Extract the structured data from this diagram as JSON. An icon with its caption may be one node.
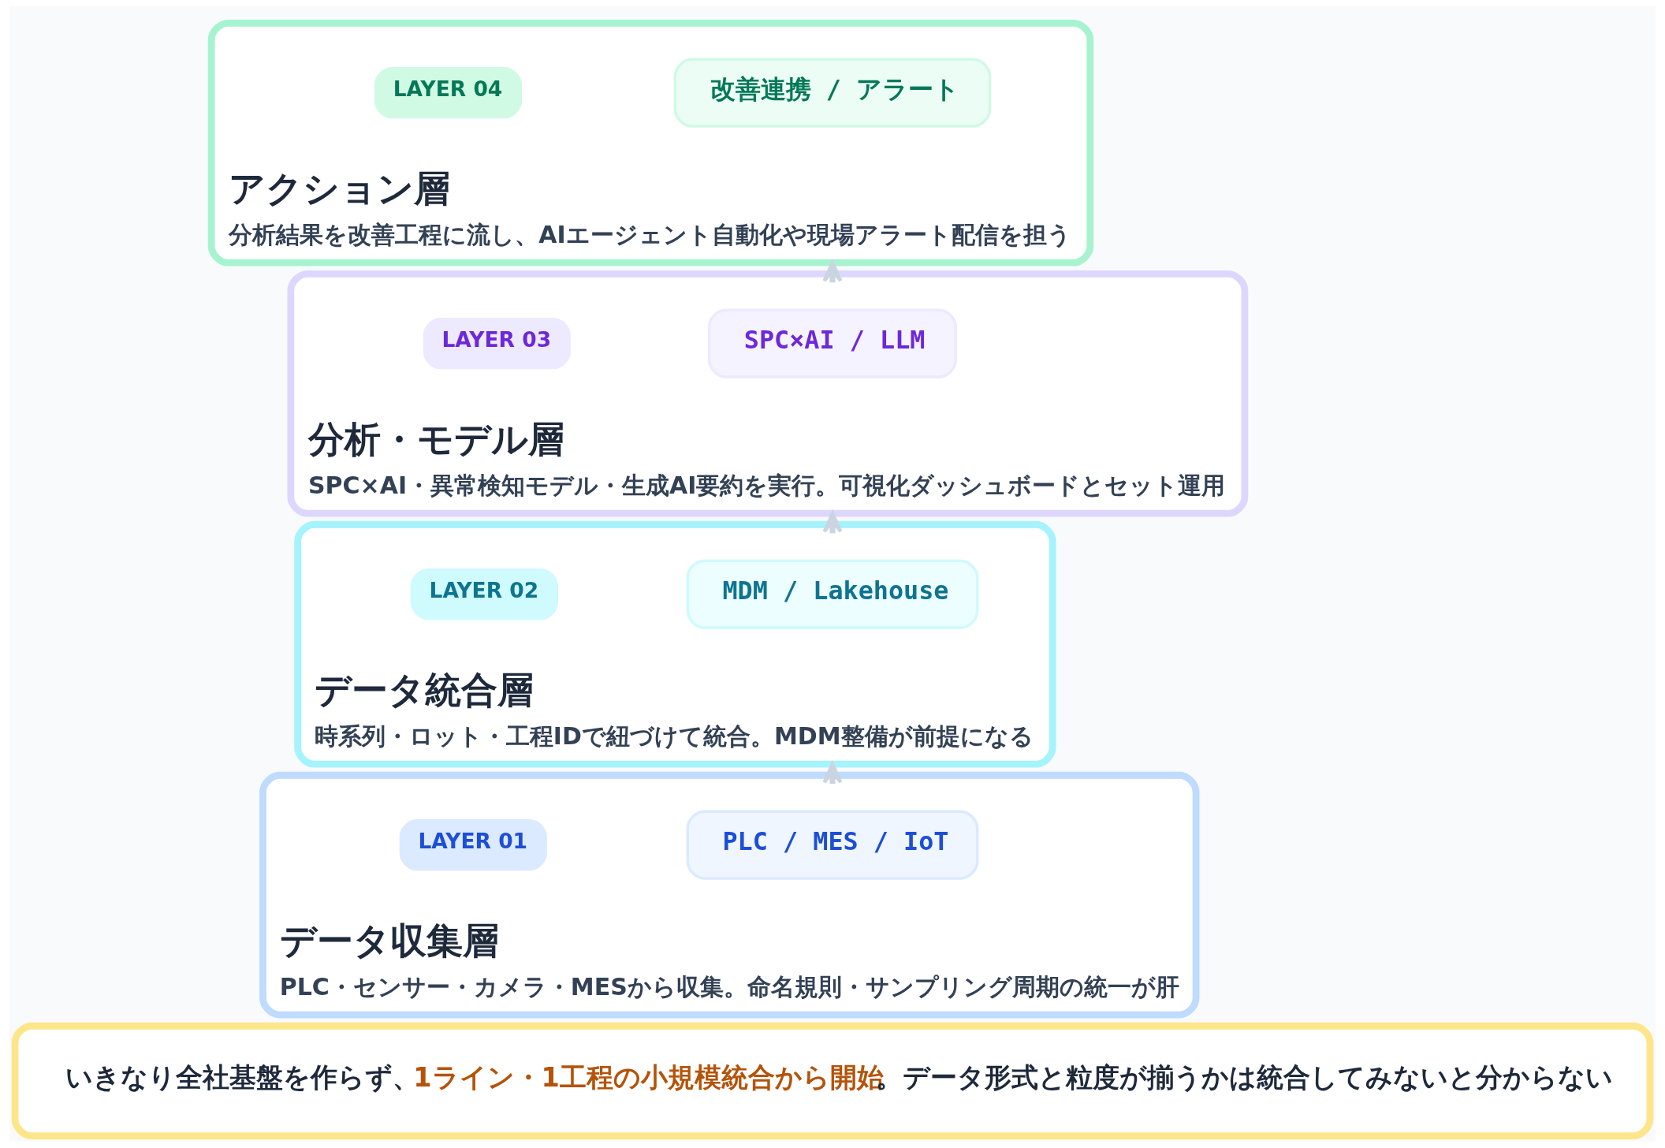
{
  "diagram": {
    "nodes": [
      {
        "text": [
          "アクション層",
          "分析結果を改善工程に流し、AIエージェント自動化や現場アラート配信を担う"
        ]
      },
      {
        "text": [
          "LAYER 04"
        ],
        "in": 0
      },
      {
        "text": [
          "改善連携 / アラート"
        ],
        "in": 0
      },
      {
        "text": [
          "分析・モデル層",
          "SPC×AI・異常検知モデル・生成AI要約を実行。可視化ダッシュボードとセット運用"
        ]
      },
      {
        "text": [
          "LAYER 03"
        ],
        "in": 3
      },
      {
        "text": [
          "SPC×AI / LLM"
        ],
        "in": 3
      },
      {
        "text": [
          "データ統合層",
          "時系列・ロット・工程IDで紐づけて統合。MDM整備が前提になる"
        ]
      },
      {
        "text": [
          "LAYER 02"
        ],
        "in": 6
      },
      {
        "text": [
          "MDM / Lakehouse"
        ],
        "in": 6
      },
      {
        "text": [
          "データ収集層",
          "PLC・センサー・カメラ・MESから収集。命名規則・サンプリング周期の統一が肝"
        ]
      },
      {
        "text": [
          "LAYER 01"
        ],
        "in": 9
      },
      {
        "text": [
          "PLC / MES / IoT"
        ],
        "in": 9
      },
      {
        "text": [
          "いきなり全社基盤を作らず、**1ライン・1工程の小規模統合から開始**。データ形式と粒度が揃うかは統合してみないと分からない"
        ]
      }
    ],
    "edges": [
      {
        "from": 9,
        "to": 6,
        "arrow": "to"
      },
      {
        "from": 6,
        "to": 3,
        "arrow": "to"
      },
      {
        "from": 3,
        "to": 0,
        "arrow": "to"
      }
    ]
  }
}
